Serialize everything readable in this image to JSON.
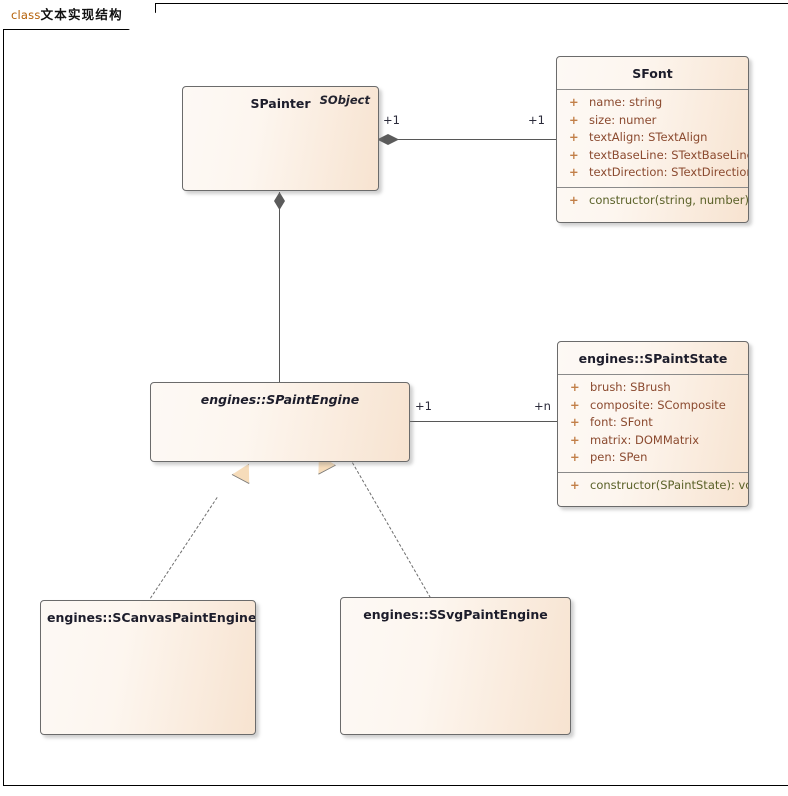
{
  "frame": {
    "tab_keyword": "class",
    "tab_title": "文本实现结构"
  },
  "classes": [
    {
      "id": "spainter",
      "name": "SPainter",
      "stereotype": "SObject",
      "abstract": false,
      "attributes": [],
      "methods": []
    },
    {
      "id": "sfont",
      "name": "SFont",
      "stereotype": "",
      "abstract": false,
      "attributes": [
        {
          "visibility": "+",
          "text": "name: string"
        },
        {
          "visibility": "+",
          "text": "size: numer"
        },
        {
          "visibility": "+",
          "text": "textAlign: STextAlign"
        },
        {
          "visibility": "+",
          "text": "textBaseLine: STextBaseLine"
        },
        {
          "visibility": "+",
          "text": "textDirection: STextDirection"
        }
      ],
      "methods": [
        {
          "visibility": "+",
          "text": "constructor(string, number): void"
        }
      ]
    },
    {
      "id": "spaintengine",
      "name": "engines::SPaintEngine",
      "stereotype": "",
      "abstract": true,
      "attributes": [],
      "methods": []
    },
    {
      "id": "spaintstate",
      "name": "engines::SPaintState",
      "stereotype": "",
      "abstract": false,
      "attributes": [
        {
          "visibility": "+",
          "text": "brush: SBrush"
        },
        {
          "visibility": "+",
          "text": "composite: SComposite"
        },
        {
          "visibility": "+",
          "text": "font: SFont"
        },
        {
          "visibility": "+",
          "text": "matrix: DOMMatrix"
        },
        {
          "visibility": "+",
          "text": "pen: SPen"
        }
      ],
      "methods": [
        {
          "visibility": "+",
          "text": "constructor(SPaintState): void"
        }
      ]
    },
    {
      "id": "scanvaspaintengine",
      "name": "engines::SCanvasPaintEngine",
      "stereotype": "",
      "abstract": false,
      "attributes": [],
      "methods": []
    },
    {
      "id": "ssvgpaintengine",
      "name": "engines::SSvgPaintEngine",
      "stereotype": "",
      "abstract": false,
      "attributes": [],
      "methods": []
    }
  ],
  "relations": [
    {
      "id": "painter-font",
      "type": "composition",
      "from": "SPainter",
      "to": "SFont",
      "source_multiplicity": "+1",
      "target_multiplicity": "+1"
    },
    {
      "id": "painter-engine",
      "type": "composition",
      "from": "SPainter",
      "to": "engines::SPaintEngine",
      "source_multiplicity": "",
      "target_multiplicity": ""
    },
    {
      "id": "engine-state",
      "type": "association",
      "from": "engines::SPaintEngine",
      "to": "engines::SPaintState",
      "source_multiplicity": "+1",
      "target_multiplicity": "+n"
    },
    {
      "id": "canvas-realizes-engine",
      "type": "realization",
      "from": "engines::SCanvasPaintEngine",
      "to": "engines::SPaintEngine",
      "source_multiplicity": "",
      "target_multiplicity": ""
    },
    {
      "id": "svg-realizes-engine",
      "type": "realization",
      "from": "engines::SSvgPaintEngine",
      "to": "engines::SPaintEngine",
      "source_multiplicity": "",
      "target_multiplicity": ""
    }
  ],
  "colors": {
    "box_fill_light": "#fdf9f5",
    "box_fill_dark": "#f7e3d0",
    "box_border": "#6b6b6b",
    "attribute_text": "#8b4a2f",
    "method_text": "#5a6128",
    "visibility_text": "#c27f48",
    "connector": "#575757",
    "arrow_fill": "#f6dcba",
    "keyword_text": "#b45f06"
  }
}
